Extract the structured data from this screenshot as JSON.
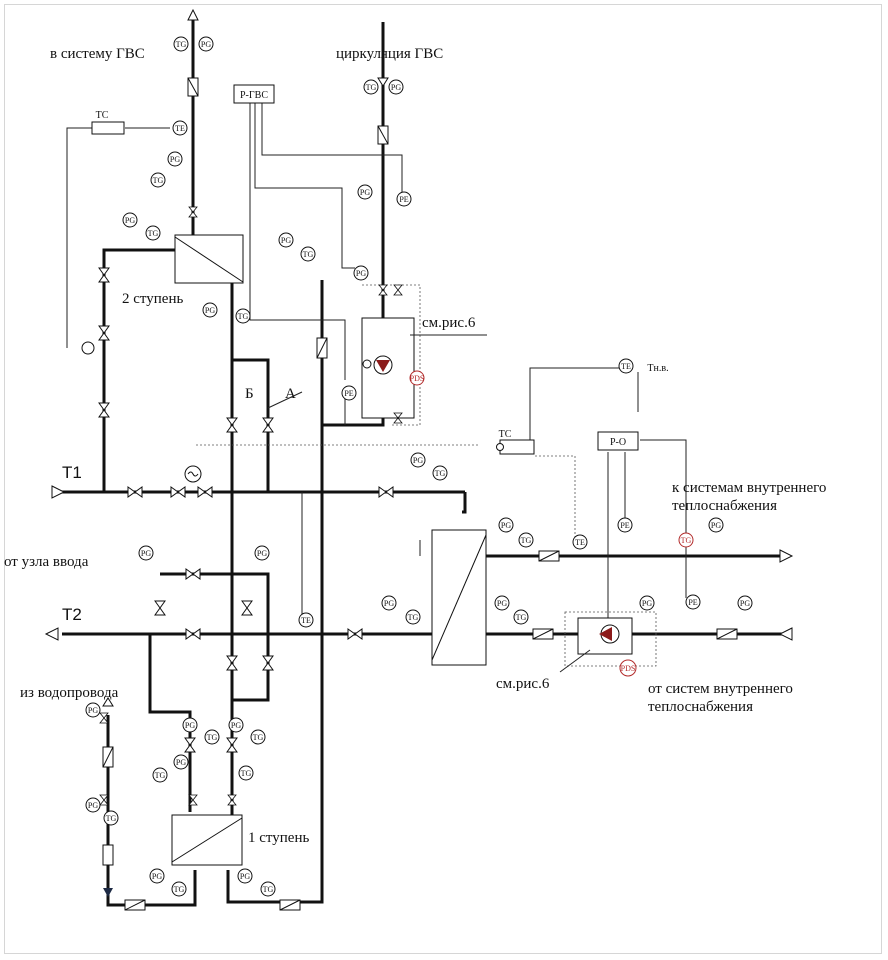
{
  "labels": {
    "gvs_system": "в систему ГВС",
    "gvs_circ": "циркуляция ГВС",
    "stage2": "2 ступень",
    "stage1": "1 ступень",
    "see_fig6_top": "см.рис.6",
    "see_fig6_bottom": "см.рис.6",
    "T1": "Т1",
    "T2": "Т2",
    "from_inlet": "от узла ввода",
    "from_water": "из водопровода",
    "to_systems_1": "к системам внутреннего",
    "to_systems_2": "теплоснабжения",
    "from_systems_1": "от систем внутреннего",
    "from_systems_2": "теплоснабжения",
    "A": "А",
    "B": "Б",
    "tnv": "Тн.в."
  },
  "boxes": {
    "r_gvs": "Р-ГВС",
    "r_o": "Р-О",
    "tc_top": "ТС",
    "tc_mid": "ТС"
  },
  "instruments": {
    "TG": "TG",
    "PG": "PG",
    "TE": "TE",
    "PE": "PE",
    "PDS": "PDS"
  },
  "colors": {
    "line": "#111111",
    "accent": "#b22a2a",
    "pump": "#8b1a1a"
  }
}
